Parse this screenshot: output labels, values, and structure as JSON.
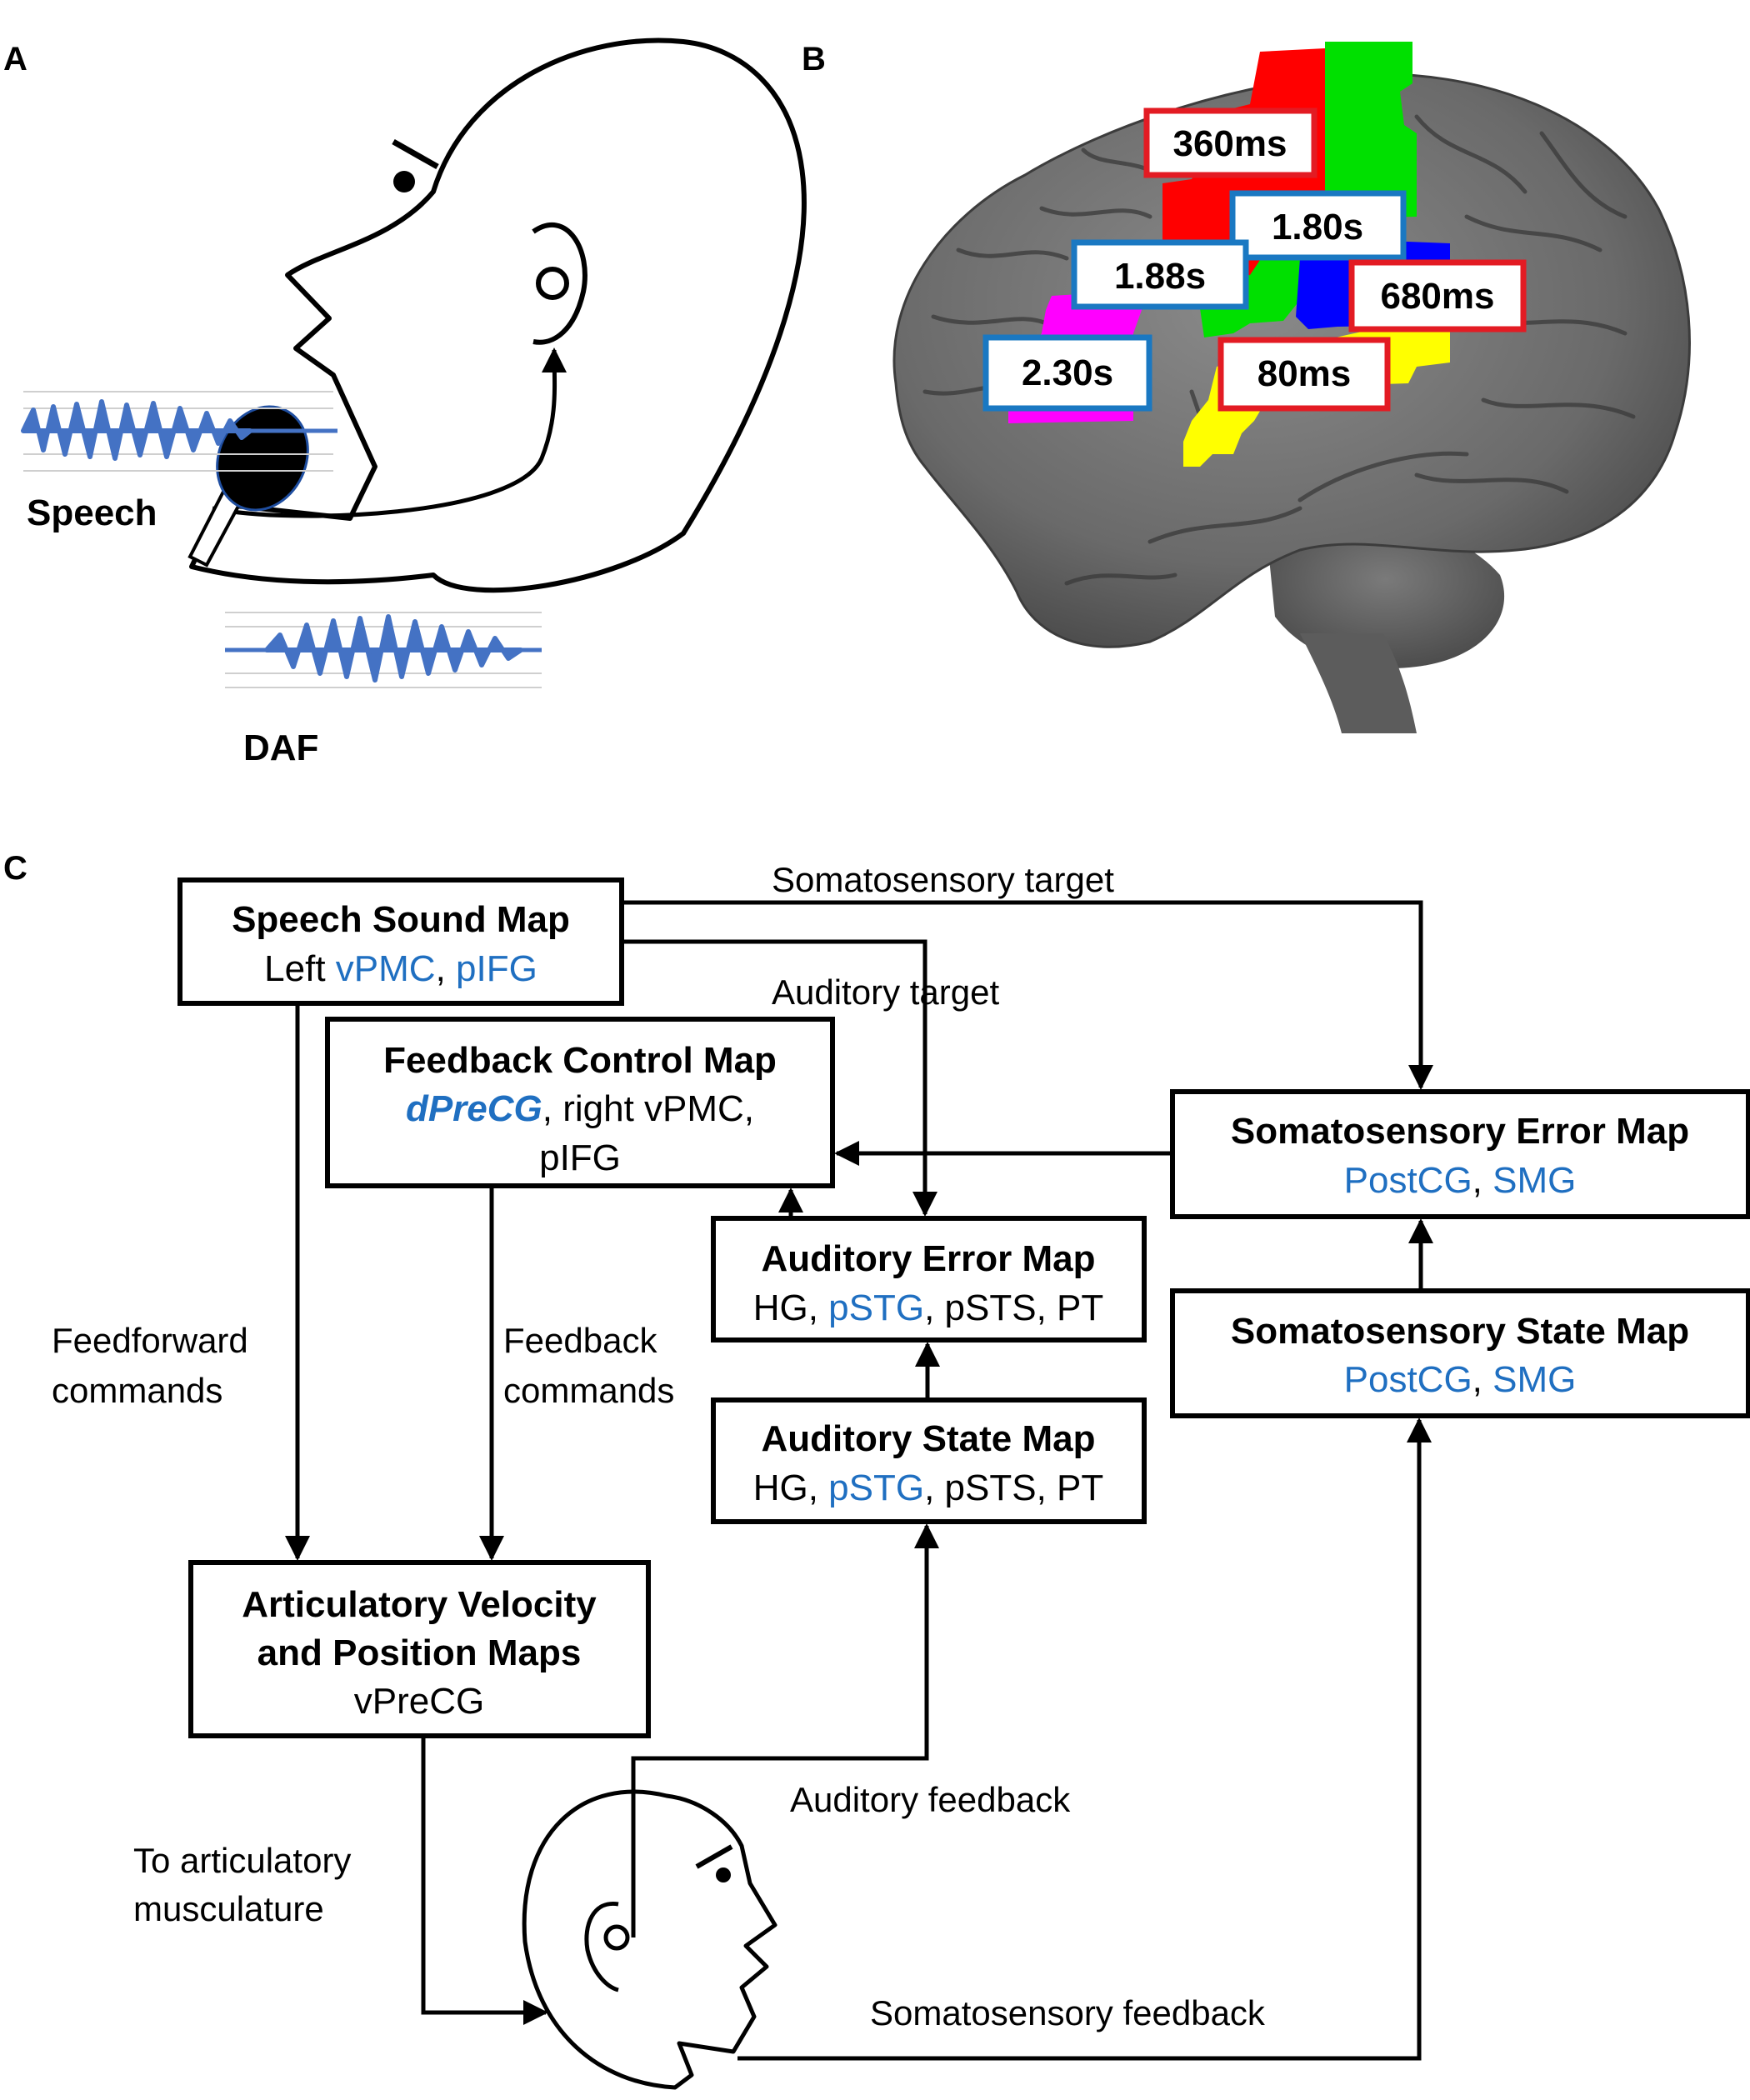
{
  "panels": {
    "a": "A",
    "b": "B",
    "c": "C"
  },
  "panel_a": {
    "speech_label": "Speech",
    "daf_label": "DAF"
  },
  "panel_b": {
    "times": [
      {
        "text": "360ms",
        "border": "#e31b23"
      },
      {
        "text": "1.80s",
        "border": "#1a78c2"
      },
      {
        "text": "1.88s",
        "border": "#1a78c2"
      },
      {
        "text": "680ms",
        "border": "#e31b23"
      },
      {
        "text": "2.30s",
        "border": "#1a78c2"
      },
      {
        "text": "80ms",
        "border": "#e31b23"
      }
    ],
    "region_colors": {
      "red": "#ff0000",
      "green": "#00e000",
      "blue": "#0000ff",
      "yellow": "#ffff00",
      "magenta": "#ff00ff"
    }
  },
  "panel_c": {
    "boxes": {
      "speech_sound_map": {
        "title": "Speech Sound Map",
        "sub_pre": "Left ",
        "sub_blue1": "vPMC",
        "sub_sep": ", ",
        "sub_blue2": "pIFG"
      },
      "feedback_control_map": {
        "title": "Feedback Control Map",
        "line2_blue": "dPreCG",
        "line2_rest": ", right vPMC,",
        "line3_blue": "pIFG"
      },
      "auditory_error_map": {
        "title": "Auditory Error Map",
        "sub_a": "HG, ",
        "sub_blue": "pSTG",
        "sub_b": ", pSTS, PT"
      },
      "auditory_state_map": {
        "title": "Auditory State Map",
        "sub_a": "HG, ",
        "sub_blue": "pSTG",
        "sub_b": ", pSTS, PT"
      },
      "somatosensory_error_map": {
        "title": "Somatosensory Error Map",
        "sub_blue1": "PostCG",
        "sub_sep": ", ",
        "sub_blue2": "SMG"
      },
      "somatosensory_state_map": {
        "title": "Somatosensory State Map",
        "sub_blue1": "PostCG",
        "sub_sep": ", ",
        "sub_blue2": "SMG"
      },
      "articulatory_maps": {
        "title1": "Articulatory Velocity",
        "title2": "and Position Maps",
        "sub_blue": "vPreCG"
      }
    },
    "arrow_labels": {
      "somatosensory_target": "Somatosensory target",
      "auditory_target": "Auditory target",
      "feedforward1": "Feedforward",
      "feedforward2": "commands",
      "feedback1": "Feedback",
      "feedback2": "commands",
      "to_artic1": "To articulatory",
      "to_artic2": "musculature",
      "auditory_feedback": "Auditory feedback",
      "somatosensory_feedback": "Somatosensory feedback"
    },
    "colors": {
      "accent_blue": "#1f6fc1"
    }
  }
}
